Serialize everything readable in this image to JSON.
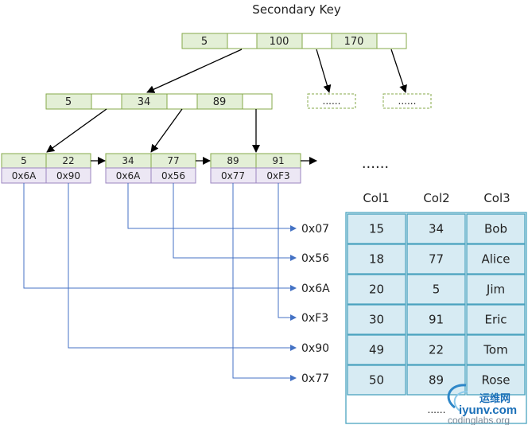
{
  "title": "Secondary Key",
  "root": {
    "keys": [
      "5",
      "100",
      "170"
    ]
  },
  "level2": {
    "keys": [
      "5",
      "34",
      "89"
    ]
  },
  "placeholders": [
    "......",
    "......"
  ],
  "leaves": [
    {
      "keys": [
        "5",
        "22"
      ],
      "ptrs": [
        "0x6A",
        "0x90"
      ]
    },
    {
      "keys": [
        "34",
        "77"
      ],
      "ptrs": [
        "0x6A",
        "0x56"
      ]
    },
    {
      "keys": [
        "89",
        "91"
      ],
      "ptrs": [
        "0x77",
        "0xF3"
      ]
    }
  ],
  "leaf_more": "......",
  "addresses": [
    "0x07",
    "0x56",
    "0x6A",
    "0xF3",
    "0x90",
    "0x77"
  ],
  "table": {
    "headers": [
      "Col1",
      "Col2",
      "Col3"
    ],
    "rows": [
      [
        "15",
        "34",
        "Bob"
      ],
      [
        "18",
        "77",
        "Alice"
      ],
      [
        "20",
        "5",
        "Jim"
      ],
      [
        "30",
        "91",
        "Eric"
      ],
      [
        "49",
        "22",
        "Tom"
      ],
      [
        "50",
        "89",
        "Rose"
      ]
    ],
    "more": "......"
  },
  "watermark": {
    "line1": "运维网",
    "line2": "iyunv.com",
    "line3": "codinglabs.org"
  },
  "colors": {
    "key_fill": "#e3efd6",
    "key_stroke": "#86a949",
    "ptr_fill": "#ece7f4",
    "ptr_stroke": "#9b86c0",
    "table_fill": "#d7ebf3",
    "table_stroke": "#4aa3bf",
    "wire": "#4472c4",
    "arrow": "#000000"
  }
}
